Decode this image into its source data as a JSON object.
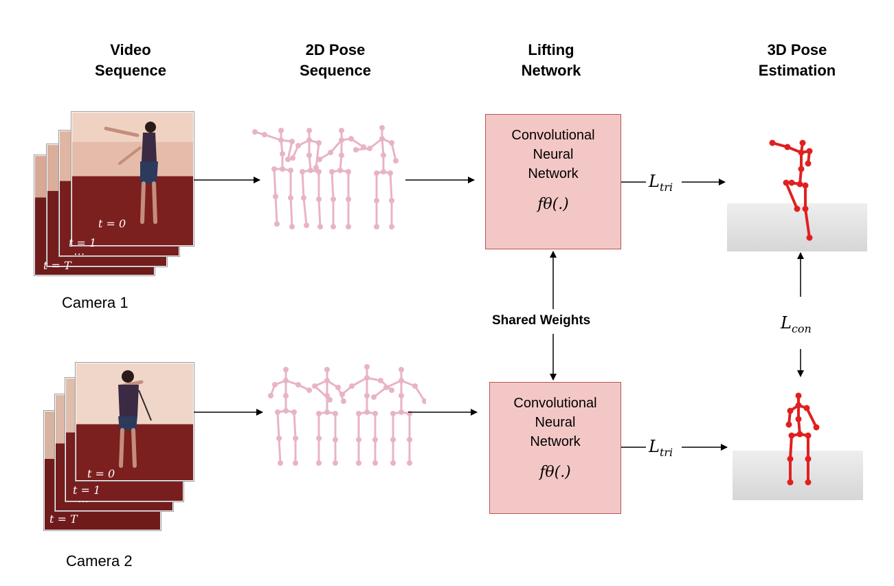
{
  "columns": {
    "video": "Video\nSequence",
    "pose2d": "2D Pose\nSequence",
    "lifting": "Lifting\nNetwork",
    "pose3d": "3D Pose\nEstimation"
  },
  "cameras": [
    {
      "label": "Camera 1",
      "frame_labels": [
        "t = 0",
        "t = 1",
        "⋯",
        "t = T"
      ]
    },
    {
      "label": "Camera 2",
      "frame_labels": [
        "t = 0",
        "t = 1",
        "⋯",
        "t = T"
      ]
    }
  ],
  "network": {
    "title": "Convolutional\nNeural\nNetwork",
    "function": "fθ(.)"
  },
  "shared_weights": "Shared Weights",
  "losses": {
    "triangulation": "L",
    "triangulation_sub": "tri",
    "consistency": "L",
    "consistency_sub": "con"
  },
  "colors": {
    "box_fill": "#f4c7c7",
    "box_border": "#b85450",
    "pose2d_color": "#e8b4c4",
    "pose3d_color": "#e02020",
    "floor": "#dcdcdc",
    "room_wall": "#e8c8b8",
    "room_floor": "#7a1c1c"
  }
}
